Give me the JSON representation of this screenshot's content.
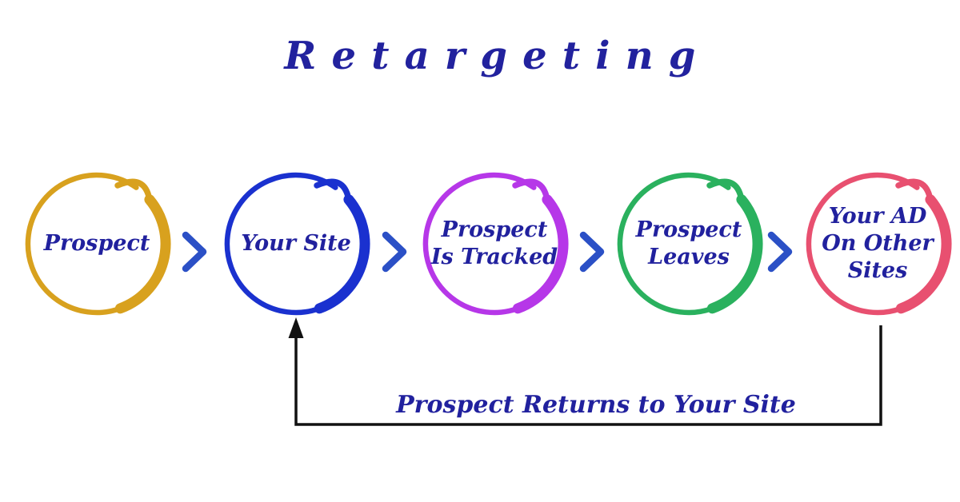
{
  "title": "Retargeting",
  "text_color": "#21219e",
  "steps": [
    {
      "label": "Prospect",
      "lines": [
        "Prospect"
      ],
      "color": "#d8a11e"
    },
    {
      "label": "Your Site",
      "lines": [
        "Your Site"
      ],
      "color": "#1a31cf"
    },
    {
      "label": "Prospect Is Tracked",
      "lines": [
        "Prospect",
        "Is Tracked"
      ],
      "color": "#b637e8"
    },
    {
      "label": "Prospect Leaves",
      "lines": [
        "Prospect",
        "Leaves"
      ],
      "color": "#2ab15e"
    },
    {
      "label": "Your AD On Other Sites",
      "lines": [
        "Your AD",
        "On Other",
        "Sites"
      ],
      "color": "#e85070"
    }
  ],
  "connector": {
    "icon": "chevron-right",
    "color": "#2b50c6"
  },
  "return_path": {
    "label": "Prospect Returns to Your Site",
    "color": "#111111"
  }
}
